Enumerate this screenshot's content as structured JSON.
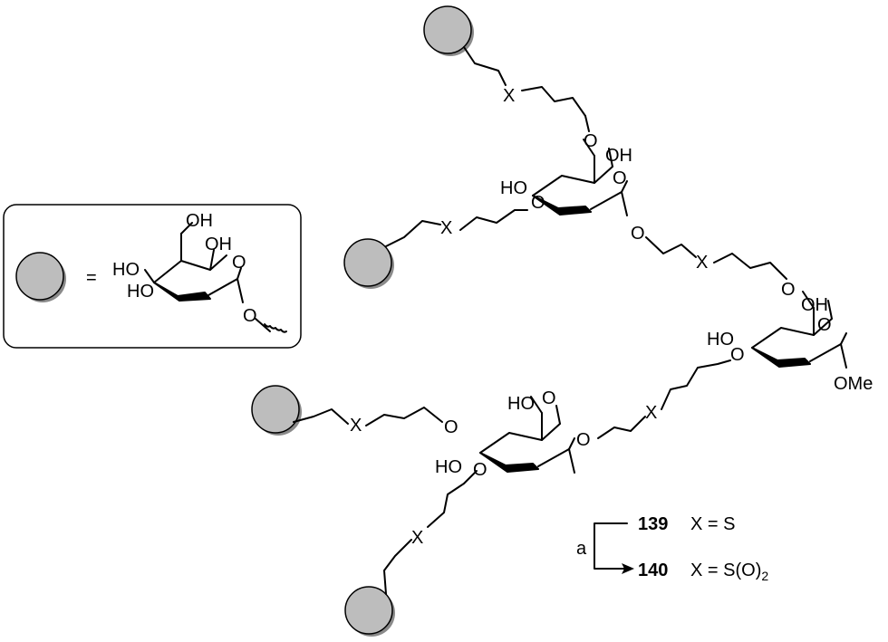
{
  "legend": {
    "equals": "=",
    "groups": {
      "oh6": "OH",
      "oh4": "HO",
      "oh3": "HO",
      "oh2": "OH",
      "ring_o": "O",
      "anomeric_o": "O"
    }
  },
  "atoms": {
    "x": "X",
    "o": "O",
    "ho": "HO",
    "oh": "OH",
    "ome": "OMe"
  },
  "scheme": {
    "reagent": "a",
    "compound_1": "139",
    "compound_1_def": "X = S",
    "compound_2": "140",
    "compound_2_def_main": "X = S(O)",
    "compound_2_def_sub": "2"
  },
  "colors": {
    "sphere_fill": "#bdbdbd",
    "sphere_shadow": "#8a8a8a",
    "box_border": "#000000"
  }
}
